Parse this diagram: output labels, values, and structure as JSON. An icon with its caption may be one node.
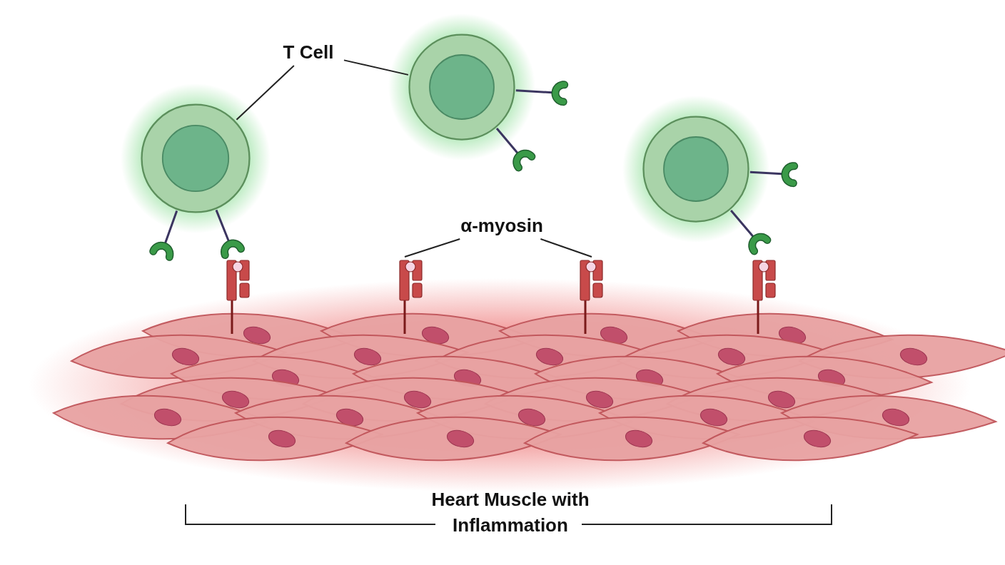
{
  "diagram": {
    "nodes": [
      {
        "text": [
          "T Cell"
        ]
      },
      {
        "text": [],
        "shape": "circle"
      },
      {
        "text": [],
        "shape": "circle"
      },
      {
        "text": [],
        "shape": "circle"
      },
      {
        "text": [
          "α-myosin"
        ]
      },
      {
        "text": [],
        "shape": "picture"
      },
      {
        "text": [],
        "shape": "picture"
      },
      {
        "text": [],
        "shape": "picture"
      },
      {
        "text": [],
        "shape": "picture"
      }
    ],
    "edges": [
      {
        "from": 0,
        "to": 1,
        "arrow": "none"
      },
      {
        "from": 0,
        "to": 2,
        "arrow": "none"
      },
      {
        "from": 4,
        "to": 6,
        "arrow": "none"
      },
      {
        "from": 4,
        "to": 7,
        "arrow": "none"
      }
    ],
    "labels": [
      "Heart Muscle with Inflammation"
    ]
  }
}
